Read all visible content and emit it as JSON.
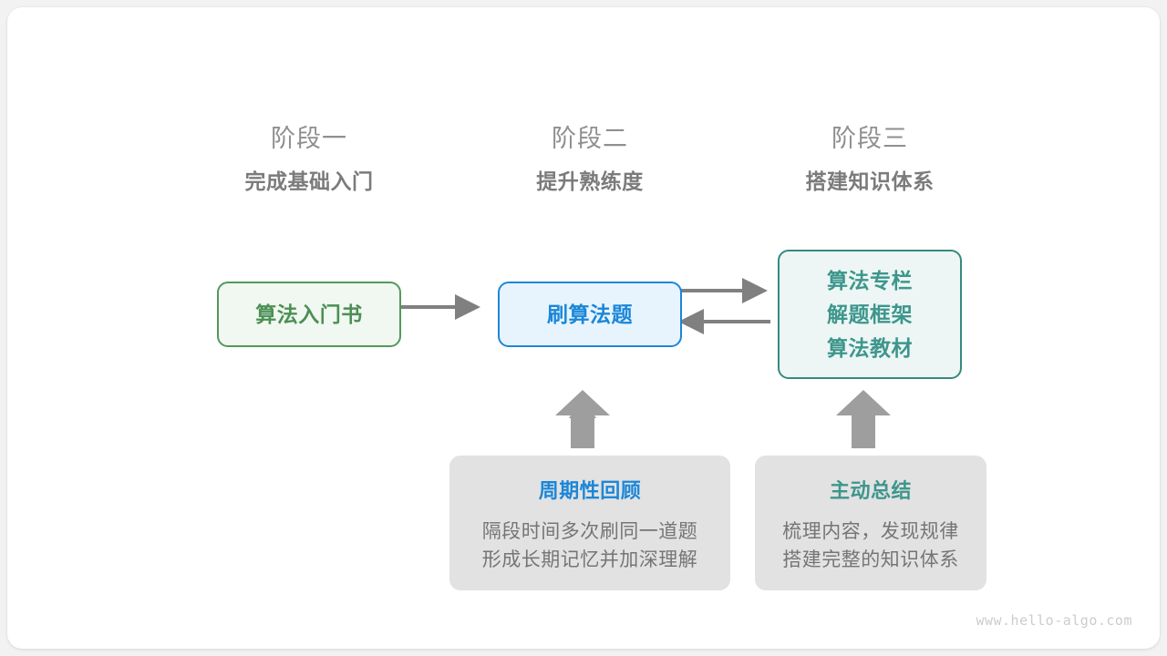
{
  "diagram": {
    "watermark": "www.hello-algo.com",
    "colors": {
      "green": "#4b9054",
      "green_border": "#53995a",
      "green_fill": "#f1f7f1",
      "blue": "#1b87d8",
      "blue_fill": "#e8f4fd",
      "teal": "#3d968c",
      "teal_border": "#36897f",
      "teal_fill": "#edf6f4",
      "arrow_gray": "#808080",
      "note_bg": "#e2e2e2",
      "heading_gray": "#8f8f8f",
      "subheading_gray": "#7b7b7b",
      "body_gray": "#757575",
      "card_bg": "#ffffff",
      "page_bg": "#f2f2f2"
    },
    "stages": [
      {
        "id": "stage-one",
        "title": "阶段一",
        "subtitle": "完成基础入门"
      },
      {
        "id": "stage-two",
        "title": "阶段二",
        "subtitle": "提升熟练度"
      },
      {
        "id": "stage-three",
        "title": "阶段三",
        "subtitle": "搭建知识体系"
      }
    ],
    "nodes": [
      {
        "id": "algorithm-intro-book",
        "label": "算法入门书"
      },
      {
        "id": "practice-problems",
        "label": "刷算法题"
      },
      {
        "id": "knowledge-system",
        "lines": [
          "算法专栏",
          "解题框架",
          "算法教材"
        ]
      }
    ],
    "notes": [
      {
        "id": "periodic-review",
        "title": "周期性回顾",
        "lines": [
          "隔段时间多次刷同一道题",
          "形成长期记忆并加深理解"
        ]
      },
      {
        "id": "active-summary",
        "title": "主动总结",
        "lines": [
          "梳理内容，发现规律",
          "搭建完整的知识体系"
        ]
      }
    ],
    "arrows": [
      {
        "id": "book-to-practice",
        "direction": "right"
      },
      {
        "id": "practice-to-system",
        "direction": "right"
      },
      {
        "id": "system-to-practice",
        "direction": "left"
      },
      {
        "id": "review-to-practice",
        "direction": "up"
      },
      {
        "id": "summary-to-system",
        "direction": "up"
      }
    ]
  }
}
